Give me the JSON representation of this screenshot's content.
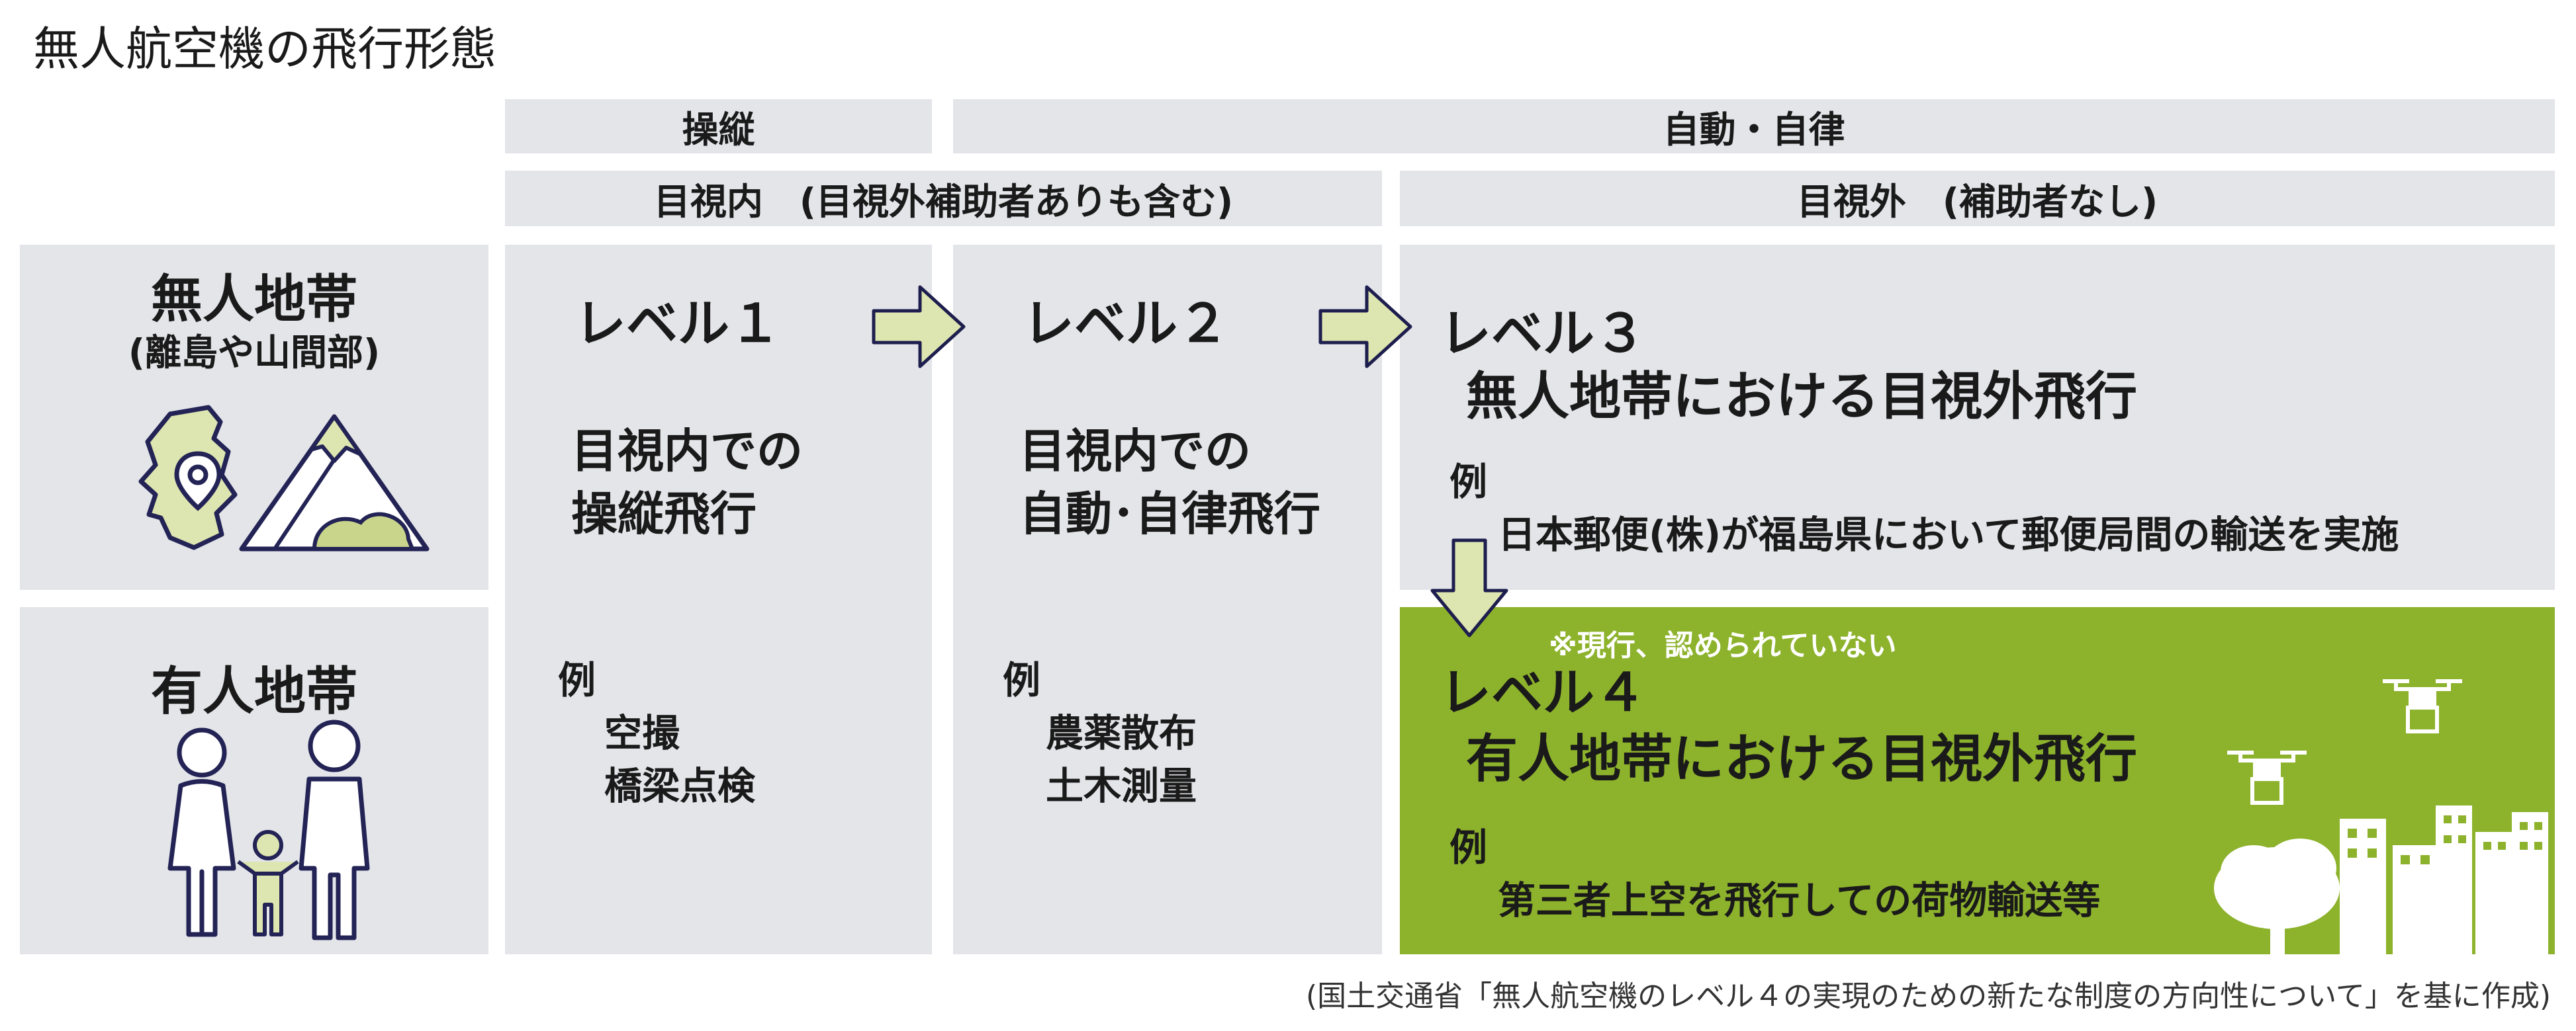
{
  "title": "無人航空機の飛行形態",
  "header": {
    "control": "操縦",
    "auto": "自動・自律",
    "within_sight": "目視内　(目視外補助者ありも含む)",
    "beyond_sight": "目視外　(補助者なし)"
  },
  "rows": {
    "unmanned": {
      "label": "無人地帯",
      "sub": "(離島や山間部)"
    },
    "manned": {
      "label": "有人地帯"
    }
  },
  "level1": {
    "title": "レベル１",
    "desc": "目視内での\n操縦飛行",
    "ex_label": "例",
    "examples": [
      "空撮",
      "橋梁点検"
    ]
  },
  "level2": {
    "title": "レベル２",
    "desc": "目視内での\n自動･自律飛行",
    "ex_label": "例",
    "examples": [
      "農薬散布",
      "土木測量"
    ]
  },
  "level3": {
    "title": "レベル３",
    "desc": "無人地帯における目視外飛行",
    "ex_label": "例",
    "example": "日本郵便(株)が福島県において郵便局間の輸送を実施"
  },
  "level4": {
    "note": "※現行、認められていない",
    "title": "レベル４",
    "desc": "有人地帯における目視外飛行",
    "ex_label": "例",
    "example": "第三者上空を飛行しての荷物輸送等"
  },
  "footnote": "(国土交通省「無人航空機のレベル４の実現のための新たな制度の方向性について」を基に作成)",
  "colors": {
    "cell_bg": "#e3e5e9",
    "green": "#8db22c",
    "arrow_fill": "#dde5b0",
    "arrow_stroke": "#1e1e4e",
    "icon_navy": "#232355"
  }
}
